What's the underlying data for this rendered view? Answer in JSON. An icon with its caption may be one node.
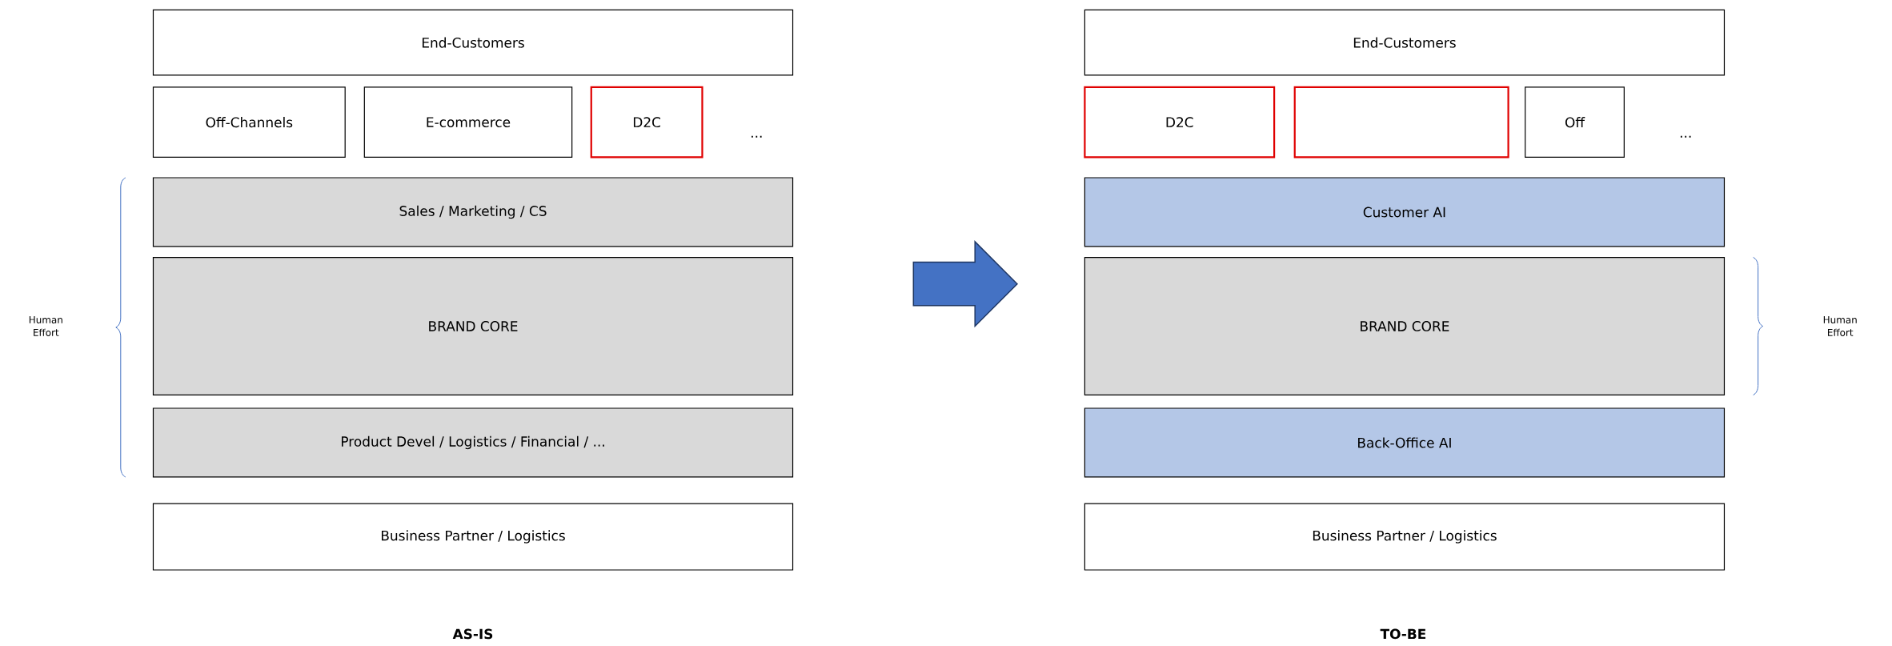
{
  "diagram": {
    "nodes": [
      {
        "text": [
          "End-Customers"
        ]
      },
      {
        "text": [
          "Off-Channels"
        ]
      },
      {
        "text": [
          "E-commerce"
        ]
      },
      {
        "text": [
          "D2C"
        ]
      },
      {
        "text": [
          "Sales / Marketing / CS"
        ]
      },
      {
        "text": [
          "BRAND CORE"
        ]
      },
      {
        "text": [
          "Product Devel / Logistics / Financial / ..."
        ]
      },
      {
        "text": [
          "Business Partner / Logistics"
        ]
      },
      {
        "text": [
          "End-Customers"
        ]
      },
      {
        "text": [
          "D2C"
        ]
      },
      {
        "text": [],
        "shape": "box"
      },
      {
        "text": [
          "Off"
        ]
      },
      {
        "text": [
          "Customer AI"
        ]
      },
      {
        "text": [
          "BRAND CORE"
        ]
      },
      {
        "text": [
          "Back-Office AI"
        ]
      },
      {
        "text": [
          "Business Partner / Logistics"
        ]
      }
    ],
    "labels": [
      "...",
      "Human Effort",
      "AS-IS",
      "...",
      "Human Effort",
      "TO-BE"
    ]
  }
}
